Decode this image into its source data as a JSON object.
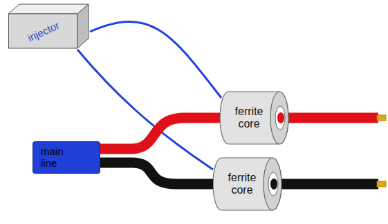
{
  "diagram": {
    "nodes": [
      {
        "text": [
          "injector"
        ]
      },
      {
        "text": [
          "main line"
        ]
      },
      {
        "text": [
          "ferrite core"
        ]
      },
      {
        "text": [
          "ferrite core"
        ]
      }
    ],
    "edges": [
      {
        "from": 0,
        "to": 2,
        "arrow": "none"
      },
      {
        "from": 0,
        "to": 3,
        "arrow": "none"
      },
      {
        "from": 1,
        "to": 2,
        "arrow": "none"
      },
      {
        "from": 1,
        "to": 3,
        "arrow": "none"
      }
    ]
  }
}
